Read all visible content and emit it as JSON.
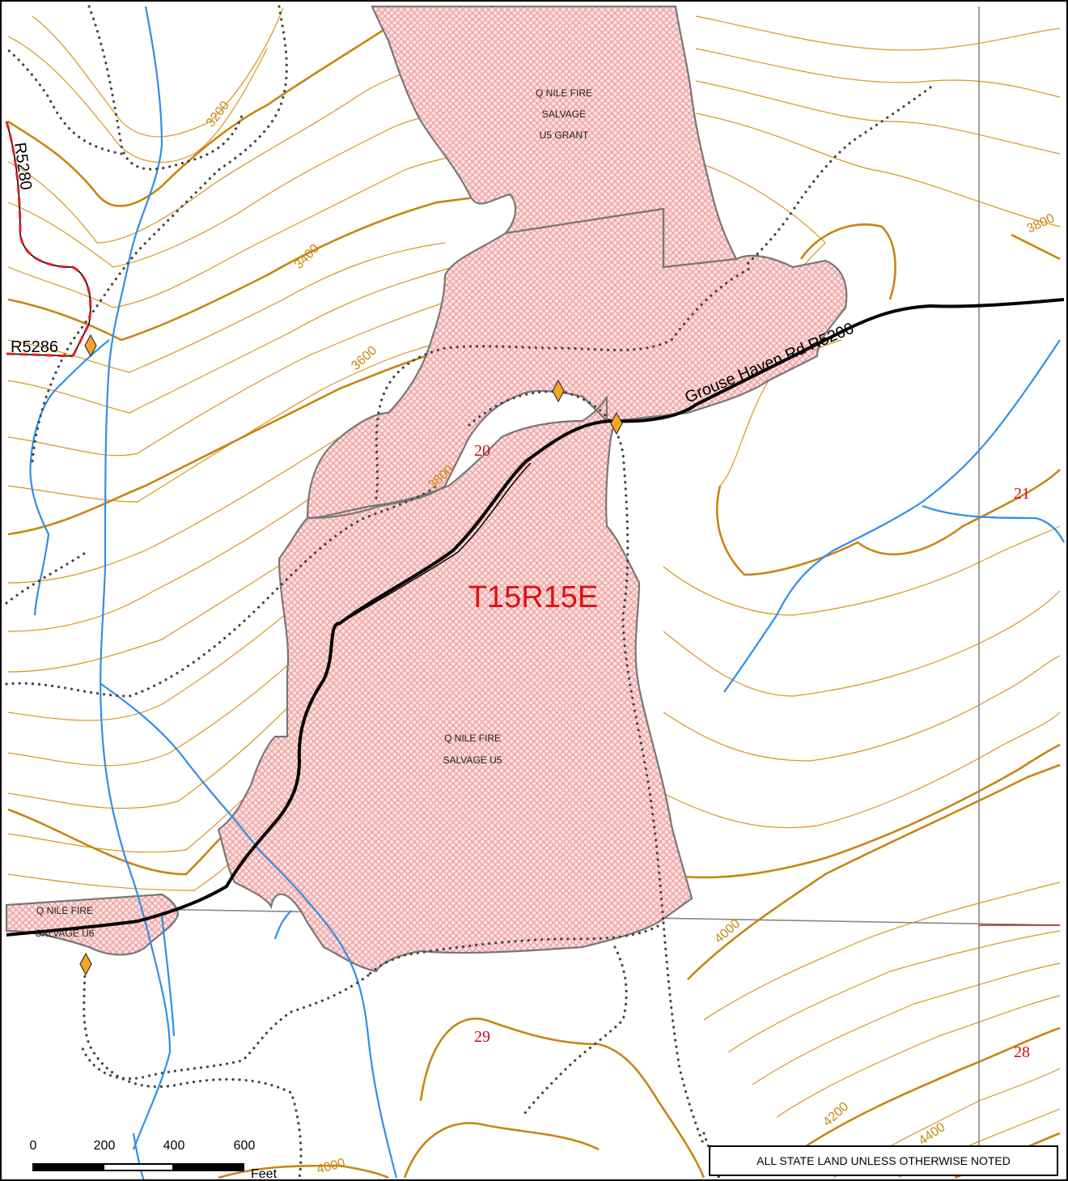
{
  "township": "T15R15E",
  "sections": [
    "20",
    "21",
    "28",
    "29"
  ],
  "units": [
    {
      "lines": [
        "Q NILE FIRE",
        "SALVAGE",
        "U5 GRANT"
      ]
    },
    {
      "lines": [
        "Q NILE FIRE",
        "SALVAGE U5"
      ]
    },
    {
      "lines": [
        "Q NILE FIRE",
        "SALVAGE U6"
      ]
    }
  ],
  "roads": [
    "Grouse Haven Rd R5200",
    "R5280",
    "R5286"
  ],
  "contour_labels": [
    "3200",
    "3400",
    "3600",
    "3800",
    "3800",
    "4000",
    "4000",
    "4200",
    "4400"
  ],
  "scale_bar": {
    "ticks": [
      "0",
      "200",
      "400",
      "600"
    ],
    "unit": "Feet"
  },
  "note": "ALL STATE LAND UNLESS OTHERWISE NOTED",
  "colors": {
    "unit_fill": "#f6c4c4",
    "contour": "#d9951e",
    "stream": "#2f8fe8",
    "road": "#000000",
    "road_closed": "#e02020",
    "gate": "#f5a623",
    "section_label": "#cc1111"
  },
  "icons": [
    "gate-diamond-icon",
    "stream-flow-arrow-icon"
  ]
}
